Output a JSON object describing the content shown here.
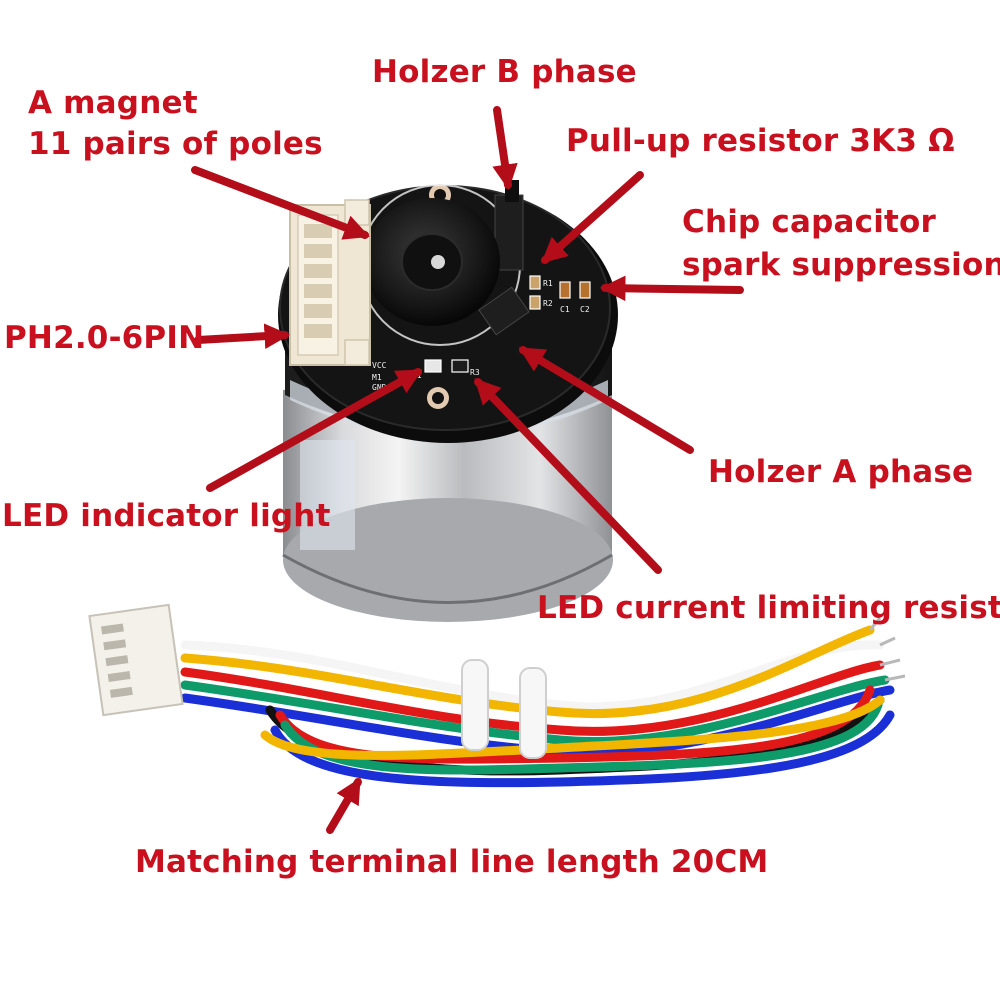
{
  "colors": {
    "label": "#c8101e",
    "arrow": "#b30d19",
    "background": "#ffffff"
  },
  "labels": {
    "magnet_line1": "A magnet",
    "magnet_line2": "11 pairs of poles",
    "holzer_b": "Holzer B phase",
    "pullup": "Pull-up resistor 3K3 Ω",
    "chip_cap_line1": "Chip capacitor",
    "chip_cap_line2": "spark suppression",
    "connector": "PH2.0-6PIN",
    "holzer_a": "Holzer A phase",
    "led_light": "LED indicator light",
    "led_resistor": "LED current limiting resistor",
    "cable": "Matching terminal line length 20CM"
  },
  "board_silkscreen": {
    "r1": "R1",
    "r2": "R2",
    "c1": "C1",
    "c2": "C2",
    "vcc": "VCC",
    "gnd": "GND",
    "m1": "M1",
    "r3": "R3",
    "l1": "L1"
  },
  "wire_colors": [
    "#f5f5f5",
    "#f2b600",
    "#1a2fd6",
    "#e01818",
    "#0f9a6a",
    "#111111"
  ]
}
